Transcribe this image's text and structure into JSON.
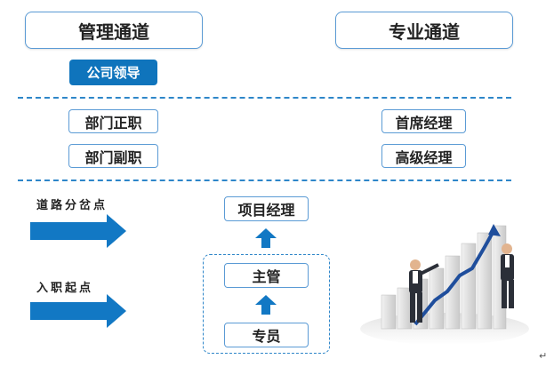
{
  "header": {
    "management_track": "管理通道",
    "professional_track": "专业通道"
  },
  "management": {
    "leadership": "公司领导",
    "dept_head": "部门正职",
    "dept_deputy": "部门副职"
  },
  "professional": {
    "chief_manager": "首席经理",
    "senior_manager": "高级经理"
  },
  "path": {
    "fork_point_label": "道路分岔点",
    "entry_point_label": "入职起点",
    "project_manager": "项目经理",
    "supervisor": "主管",
    "specialist": "专员"
  },
  "colors": {
    "accent": "#0f74bc",
    "border": "#5b9bd5",
    "dash": "#2e86c9"
  },
  "icons": {
    "arrow_right": "arrow-right-icon",
    "arrow_up": "arrow-up-icon",
    "illustration": "business-growth-illustration"
  },
  "pilcrow": "↵"
}
